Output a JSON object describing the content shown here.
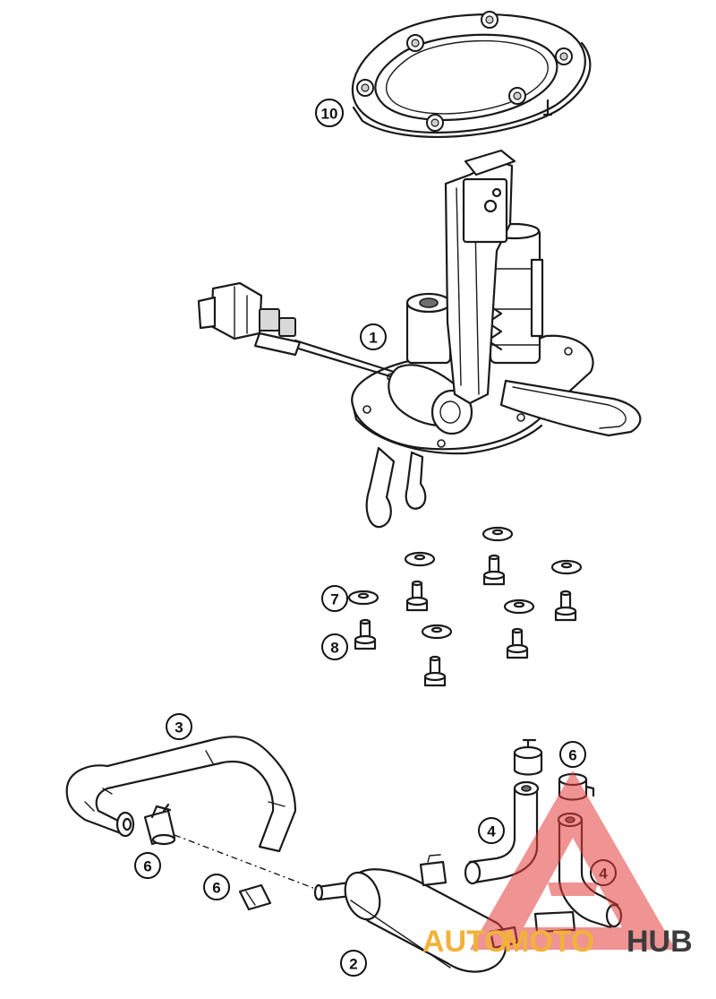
{
  "callouts": {
    "c10": "10",
    "c1": "1",
    "c7": "7",
    "c8": "8",
    "c3": "3",
    "c6a": "6",
    "c6b": "6",
    "c6c": "6",
    "c4a": "4",
    "c4b": "4",
    "c2": "2"
  },
  "watermark": {
    "auto": "AUTO",
    "moto": "MOTO",
    "hub": "HUB",
    "color_triangle": "#e23b3b",
    "color_orange": "#f2b23a",
    "color_dark": "#3c3c3c"
  }
}
